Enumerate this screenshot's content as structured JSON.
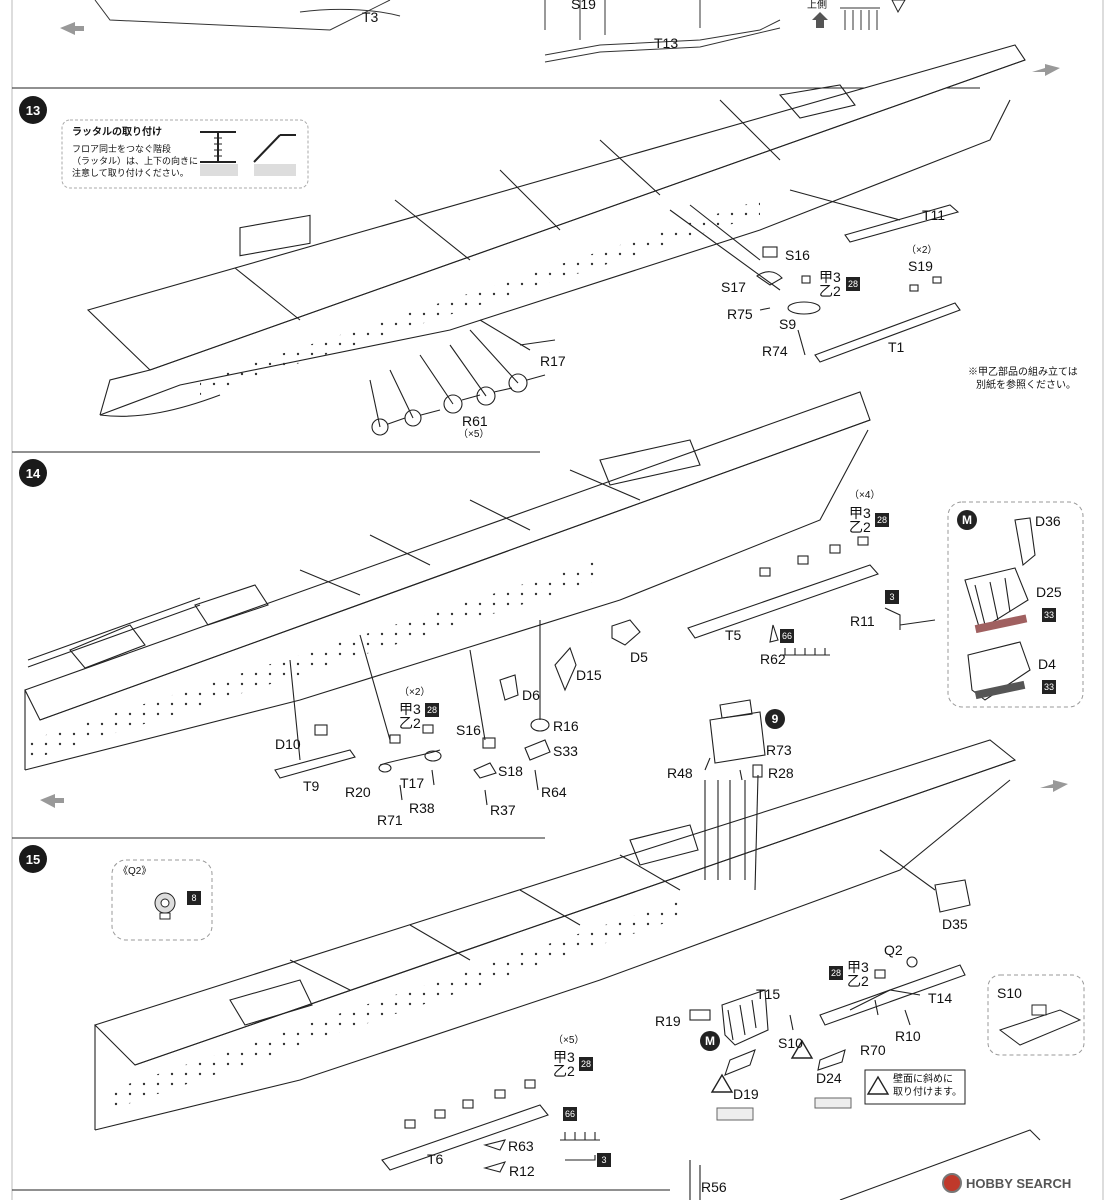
{
  "steps": {
    "s13": "13",
    "s14": "14",
    "s15": "15"
  },
  "top": {
    "t3": "T3",
    "t13": "T13",
    "s19": "S19",
    "up_label": "上側"
  },
  "step13": {
    "ratal_title": "ラッタルの取り付け",
    "ratal_line1": "フロア同士をつなぐ階段",
    "ratal_line2": "（ラッタル）は、上下の向きに",
    "ratal_line3": "注意して取り付けください。",
    "t11": "T11",
    "s16": "S16",
    "s17": "S17",
    "kou3": "甲3",
    "otsu2": "乙2",
    "b28": "28",
    "x2": "（×2）",
    "s19": "S19",
    "r75": "R75",
    "s9": "S9",
    "r74": "R74",
    "t1": "T1",
    "r17": "R17",
    "r61": "R61",
    "x5": "（×5）",
    "note1": "※甲乙部品の組み立ては",
    "note2": "別紙を参照ください。"
  },
  "step14": {
    "x4": "（×4）",
    "kou3": "甲3",
    "otsu2": "乙2",
    "b28": "28",
    "b3": "3",
    "r11": "R11",
    "t5": "T5",
    "b66": "66",
    "r62": "R62",
    "d5": "D5",
    "d15": "D15",
    "d6": "D6",
    "m": "M",
    "d36": "D36",
    "d25": "D25",
    "b33a": "33",
    "d4": "D4",
    "b33b": "33",
    "x2": "（×2）",
    "kou3b": "甲3",
    "otsu2b": "乙2",
    "b28b": "28",
    "d10": "D10",
    "t9": "T9",
    "r20": "R20",
    "t17": "T17",
    "r38": "R38",
    "r71": "R71",
    "s16": "S16",
    "s18": "S18",
    "r37": "R37",
    "r16": "R16",
    "s33": "S33",
    "r64": "R64"
  },
  "step15": {
    "q2_ref": "《Q2》",
    "b8": "8",
    "b9": "9",
    "r73": "R73",
    "r48": "R48",
    "r28": "R28",
    "d35": "D35",
    "q2": "Q2",
    "b28": "28",
    "kou3": "甲3",
    "otsu2": "乙2",
    "t14": "T14",
    "t15": "T15",
    "s10": "S10",
    "s10b": "S10",
    "r10": "R10",
    "r70": "R70",
    "r19": "R19",
    "m": "M",
    "d19": "D19",
    "d24": "D24",
    "warn1": "壁面に斜めに",
    "warn2": "取り付けます。",
    "x5": "（×5）",
    "kou3b": "甲3",
    "otsu2b": "乙2",
    "b28b": "28",
    "b66": "66",
    "r63": "R63",
    "t6": "T6",
    "r12": "R12",
    "b3": "3",
    "r56": "R56"
  },
  "watermark": {
    "brand": "HOBBY SEARCH"
  }
}
